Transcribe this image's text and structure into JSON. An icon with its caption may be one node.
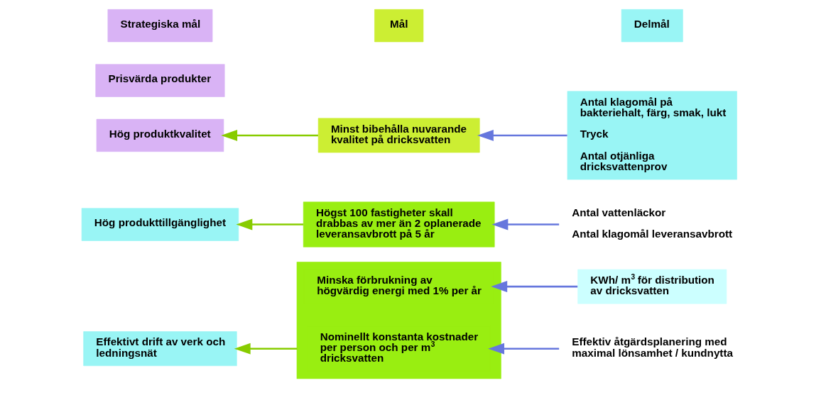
{
  "diagram": {
    "nodes": [
      {
        "text": [
          "Strategiska mål"
        ]
      },
      {
        "text": [
          "Mål"
        ]
      },
      {
        "text": [
          "Delmål"
        ]
      },
      {
        "text": [
          "Prisvärda produkter"
        ]
      },
      {
        "text": [
          "Hög produktkvalitet"
        ]
      },
      {
        "text": [
          "Minst bibehålla nuvarande kvalitet på dricksvatten"
        ]
      },
      {
        "text": [
          "Antal klagomål på bakteriehalt, färg, smak, lukt",
          "Tryck",
          "Antal otjänliga dricksvattenprov"
        ]
      },
      {
        "text": [
          "Hög produkttillgänglighet"
        ]
      },
      {
        "text": [
          "Högst 100 fastigheter skall drabbas av mer än 2 oplanerade leveransavbrott på 5 år"
        ]
      },
      {
        "text": [
          "Antal vattenläckor",
          "Antal klagomål leveransavbrott"
        ]
      },
      {
        "text": [
          "Effektivt drift av verk och ledningsnät"
        ]
      },
      {
        "text": [],
        "shape": "box"
      },
      {
        "text": [
          "Nominellt konstanta kostnader per person och per m$^{3}$ dricksvatten"
        ],
        "in": 11
      },
      {
        "text": [
          "Minska förbrukning av högvärdig energi med 1% per år"
        ],
        "in": 11
      },
      {
        "text": [
          "Effektiv åtgärdsplanering med maximal lönsamhet / kundnytta"
        ]
      },
      {
        "text": [
          "KWh/ m$^{3}$ för distribution av dricksvatten"
        ]
      }
    ],
    "edges": [
      {
        "from": 5,
        "to": 4,
        "arrow": "to",
        "color": "#88cc00"
      },
      {
        "from": 6,
        "to": 5,
        "arrow": "to"
      },
      {
        "from": 8,
        "to": 7,
        "arrow": "to",
        "color": "#88cc00"
      },
      {
        "from": 9,
        "to": 8,
        "arrow": "to"
      },
      {
        "from": 11,
        "to": 10,
        "arrow": "to",
        "color": "#88cc00"
      },
      {
        "from": 14,
        "to": 12,
        "arrow": "to"
      },
      {
        "from": 15,
        "to": 13,
        "arrow": "to"
      }
    ]
  }
}
